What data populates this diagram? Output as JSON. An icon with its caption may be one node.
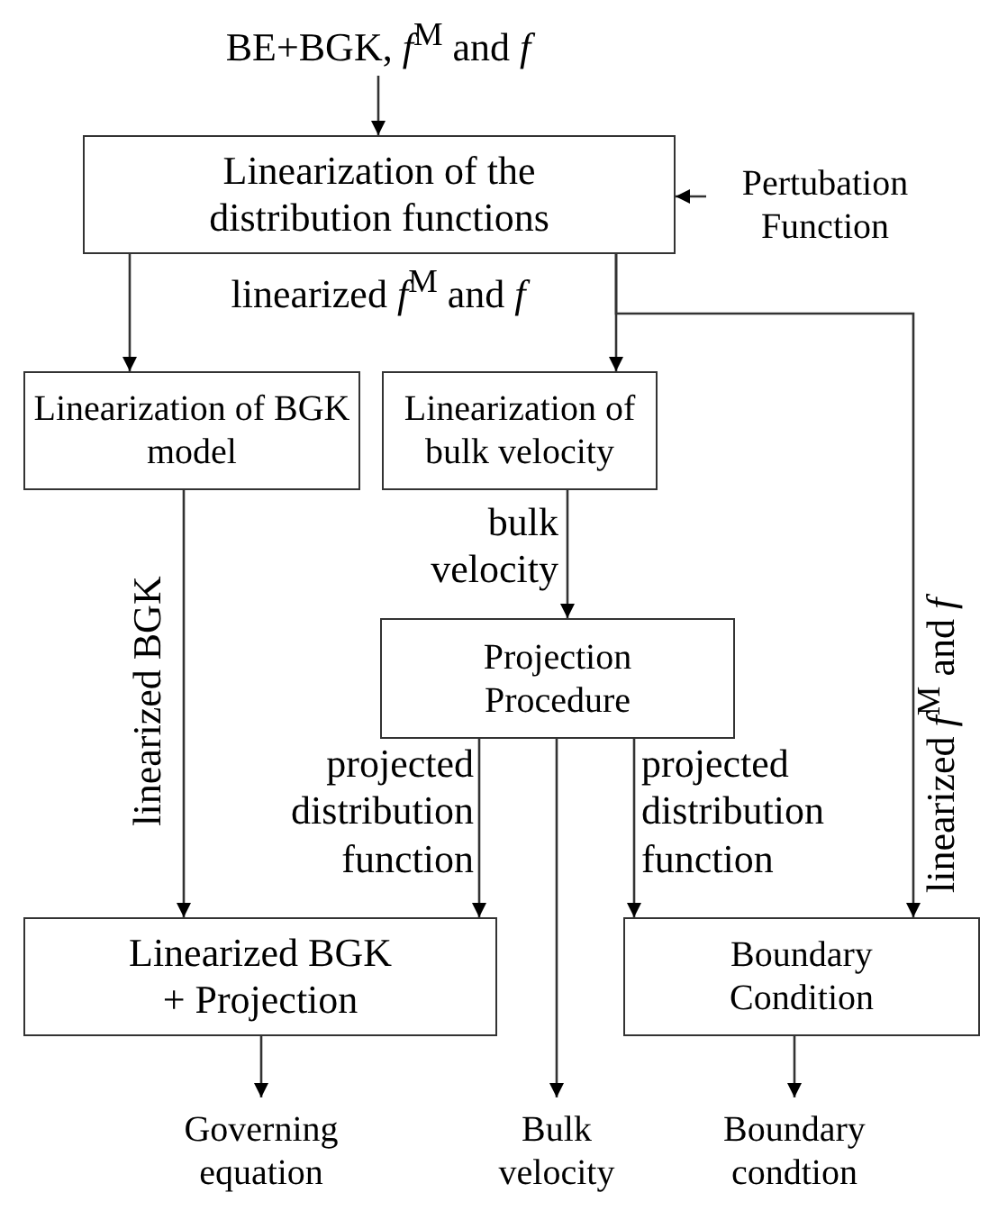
{
  "diagram": {
    "nodes": [
      {
        "text": [
          "BE+BGK, *f*$^{M}$ and *f*"
        ]
      },
      {
        "text": [
          "Linearization of the distribution functions"
        ]
      },
      {
        "text": [
          "Pertubation Function"
        ]
      },
      {
        "text": [
          "Linearization of BGK model"
        ]
      },
      {
        "text": [
          "Linearization of bulk velocity"
        ]
      },
      {
        "text": [
          "Projection Procedure"
        ]
      },
      {
        "text": [
          "Linearized BGK + Projection"
        ]
      },
      {
        "text": [
          "Boundary Condition"
        ]
      },
      {
        "text": [
          "Governing equation"
        ]
      },
      {
        "text": [
          "Bulk velocity"
        ]
      },
      {
        "text": [
          "Boundary condtion"
        ]
      }
    ],
    "edges": [
      {
        "from": 0,
        "to": 1,
        "arrow": "to"
      },
      {
        "from": 2,
        "to": 1,
        "arrow": "to"
      },
      {
        "from": 1,
        "to": 3,
        "arrow": "to"
      },
      {
        "from": 1,
        "to": 4,
        "arrow": "to"
      },
      {
        "from": 1,
        "to": 7,
        "arrow": "to",
        "label": "linearized *f*$^{M}$ and *f*"
      },
      {
        "from": 4,
        "to": 5,
        "arrow": "to",
        "label": "bulk velocity"
      },
      {
        "from": 3,
        "to": 6,
        "arrow": "to",
        "label": "linearized BGK"
      },
      {
        "from": 5,
        "to": 6,
        "arrow": "to",
        "label": "projected distribution function"
      },
      {
        "from": 5,
        "to": 9,
        "arrow": "to"
      },
      {
        "from": 5,
        "to": 7,
        "arrow": "to",
        "label": "projected distribution function"
      },
      {
        "from": 6,
        "to": 8,
        "arrow": "to"
      },
      {
        "from": 7,
        "to": 10,
        "arrow": "to"
      }
    ],
    "labels": [
      "linearized *f*$^{M}$ and *f*"
    ]
  }
}
